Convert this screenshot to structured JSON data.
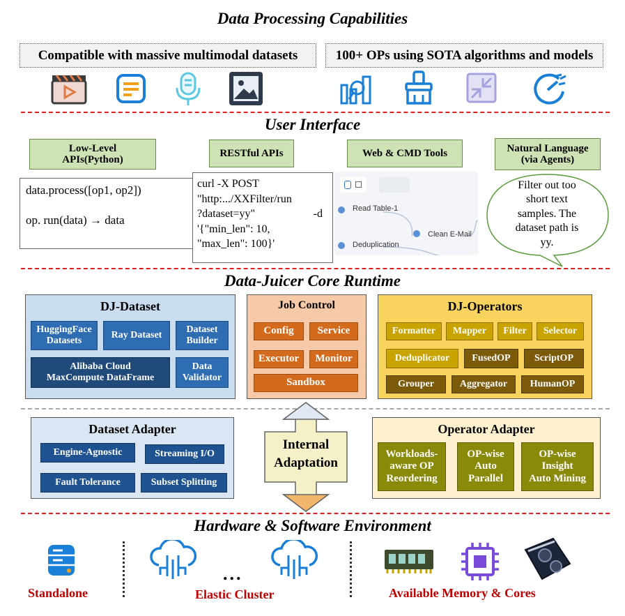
{
  "sections": {
    "capabilities": "Data Processing Capabilities",
    "user_interface": "User Interface",
    "core_runtime": "Data-Juicer Core Runtime",
    "environment": "Hardware & Software Environment"
  },
  "capabilities": {
    "left_banner": "Compatible with massive multimodal datasets",
    "right_banner": "100+ OPs using SOTA algorithms and models",
    "left_icons": [
      "video-icon",
      "text-document-icon",
      "audio-microphone-icon",
      "image-icon"
    ],
    "right_icons": [
      "analysis-chart-icon",
      "cleaning-brush-icon",
      "compress-icon",
      "speed-gauge-icon"
    ]
  },
  "ui": {
    "low_level": {
      "label_line1": "Low-Level",
      "label_line2": "APIs(Python)",
      "code_line1": "data.process([op1, op2])",
      "code_line2": "op. run(data) → data"
    },
    "restful": {
      "label": "RESTful APIs",
      "code": [
        "curl -X POST",
        "\"http:.../XXFilter/run",
        "?dataset=yy\"",
        "-d",
        "'{\"min_len\": 10,",
        "\"max_len\": 100}'"
      ]
    },
    "web_cmd": {
      "label": "Web & CMD Tools",
      "nodes": [
        "Read Table-1",
        "Clean E-Mail",
        "Deduplication"
      ]
    },
    "natural_language": {
      "label_line1": "Natural Language",
      "label_line2": "(via Agents)",
      "bubble": [
        "Filter out too",
        "short text",
        "samples. The",
        "dataset path is",
        "yy."
      ]
    }
  },
  "core": {
    "dj_dataset": {
      "title": "DJ-Dataset",
      "chips": {
        "hf": [
          "HuggingFace",
          "Datasets"
        ],
        "ray": "Ray Dataset",
        "builder": [
          "Dataset",
          "Builder"
        ],
        "alibaba": [
          "Alibaba Cloud",
          "MaxCompute DataFrame"
        ],
        "validator": [
          "Data",
          "Validator"
        ]
      }
    },
    "job_control": {
      "title": "Job Control",
      "chips": [
        "Config",
        "Service",
        "Executor",
        "Monitor",
        "Sandbox"
      ]
    },
    "dj_operators": {
      "title": "DJ-Operators",
      "row1": [
        "Formatter",
        "Mapper",
        "Filter",
        "Selector"
      ],
      "row2": [
        "Deduplicator",
        "FusedOP",
        "ScriptOP"
      ],
      "row3": [
        "Grouper",
        "Aggregator",
        "HumanOP"
      ]
    },
    "dataset_adapter": {
      "title": "Dataset Adapter",
      "chips": [
        "Engine-Agnostic",
        "Streaming I/O",
        "Fault Tolerance",
        "Subset Splitting"
      ]
    },
    "internal": [
      "Internal",
      "Adaptation"
    ],
    "operator_adapter": {
      "title": "Operator Adapter",
      "chips": [
        [
          "Workloads-",
          "aware OP",
          "Reordering"
        ],
        [
          "OP-wise",
          "Auto",
          "Parallel"
        ],
        [
          "OP-wise",
          "Insight",
          "Auto Mining"
        ]
      ]
    }
  },
  "environment": {
    "standalone": "Standalone",
    "elastic_cluster": "Elastic Cluster",
    "ellipsis": "...",
    "memory_cores": "Available Memory  & Cores"
  },
  "colors": {
    "red_dash": "#e02020",
    "dj_dataset_bg": "#c9dcf0",
    "job_control_bg": "#f6c9a8",
    "dj_operators_bg": "#f8d35e",
    "dataset_adapter_bg": "#dbe6f4",
    "operator_adapter_bg": "#fdf1cf",
    "internal_bg": "#f4f0c8",
    "icon_blue": "#1a7fd6",
    "label_red": "#c00000"
  }
}
